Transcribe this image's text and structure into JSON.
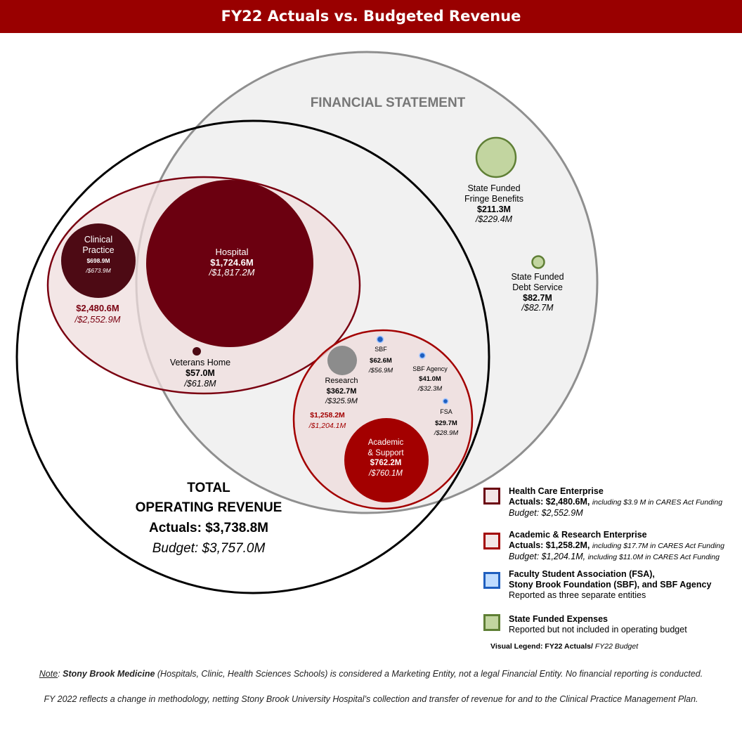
{
  "title": "FY22 Actuals vs. Budgeted Revenue",
  "financial_statement_label": "FINANCIAL STATEMENT",
  "total": {
    "line1": "TOTAL",
    "line2": "OPERATING REVENUE",
    "actual": "Actuals: $3,738.8M",
    "budget": "Budget: $3,757.0M"
  },
  "health_care": {
    "actual": "$2,480.6M",
    "budget": "/$2,552.9M",
    "clinical": {
      "label1": "Clinical",
      "label2": "Practice",
      "actual": "$698.9M",
      "budget": "/$673.9M"
    },
    "hospital": {
      "label": "Hospital",
      "actual": "$1,724.6M",
      "budget": "/$1,817.2M"
    },
    "veterans": {
      "label": "Veterans Home",
      "actual": "$57.0M",
      "budget": "/$61.8M"
    }
  },
  "academic": {
    "actual": "$1,258.2M",
    "budget": "/$1,204.1M",
    "research": {
      "label": "Research",
      "actual": "$362.7M",
      "budget": "/$325.9M"
    },
    "sbf": {
      "label": "SBF",
      "actual": "$62.6M",
      "budget": "/$56.9M"
    },
    "sbf_agency": {
      "label": "SBF Agency",
      "actual": "$41.0M",
      "budget": "/$32.3M"
    },
    "fsa": {
      "label": "FSA",
      "actual": "$29.7M",
      "budget": "/$28.9M"
    },
    "academic_support": {
      "label1": "Academic",
      "label2": "& Support",
      "actual": "$762.2M",
      "budget": "/$760.1M"
    }
  },
  "state": {
    "fringe": {
      "label1": "State Funded",
      "label2": "Fringe Benefits",
      "actual": "$211.3M",
      "budget": "/$229.4M"
    },
    "debt": {
      "label1": "State Funded",
      "label2": "Debt Service",
      "actual": "$82.7M",
      "budget": "/$82.7M"
    }
  },
  "legend": {
    "hce": {
      "title": "Health Care Enterprise",
      "actual_label": "Actuals: $2,480.6M,",
      "actual_note": "including $3.9 M in CARES Act Funding",
      "budget": "Budget: $2,552.9M"
    },
    "are": {
      "title": "Academic & Research Enterprise",
      "actual_label": "Actuals: $1,258.2M,",
      "actual_note": "including $17.7M in CARES Act Funding",
      "budget_label": "Budget: $1,204.1M,",
      "budget_note": "including $11.0M in CARES Act Funding"
    },
    "fsa": {
      "title1": "Faculty Student Association (FSA),",
      "title2": "Stony Brook Foundation (SBF), and SBF Agency",
      "desc": "Reported as three separate entities"
    },
    "state": {
      "title": "State Funded Expenses",
      "desc": "Reported but not included in operating budget"
    },
    "visual_legend_bold": "Visual Legend: FY22 Actuals/",
    "visual_legend_it": "FY22 Budget"
  },
  "notes": {
    "note_label": "Note",
    "note_org": "Stony Brook Medicine",
    "note_rest": " (Hospitals, Clinic, Health Sciences Schools) is considered a Marketing Entity, not a legal Financial Entity. No financial reporting is conducted.",
    "fy_note": "FY 2022 reflects a change in methodology, netting Stony Brook University Hospital’s collection and transfer of revenue for and to the Clinical Practice Management Plan."
  },
  "colors": {
    "header": "#990000",
    "hce_border": "#7a0010",
    "hospital": "#6b0010",
    "clinical": "#4d0a14",
    "academic_support": "#a30000",
    "research": "#8c8c8c",
    "sbf_blue": "#1f5fbf",
    "state_green": "#c2d5a0",
    "state_border": "#5f7f35"
  }
}
